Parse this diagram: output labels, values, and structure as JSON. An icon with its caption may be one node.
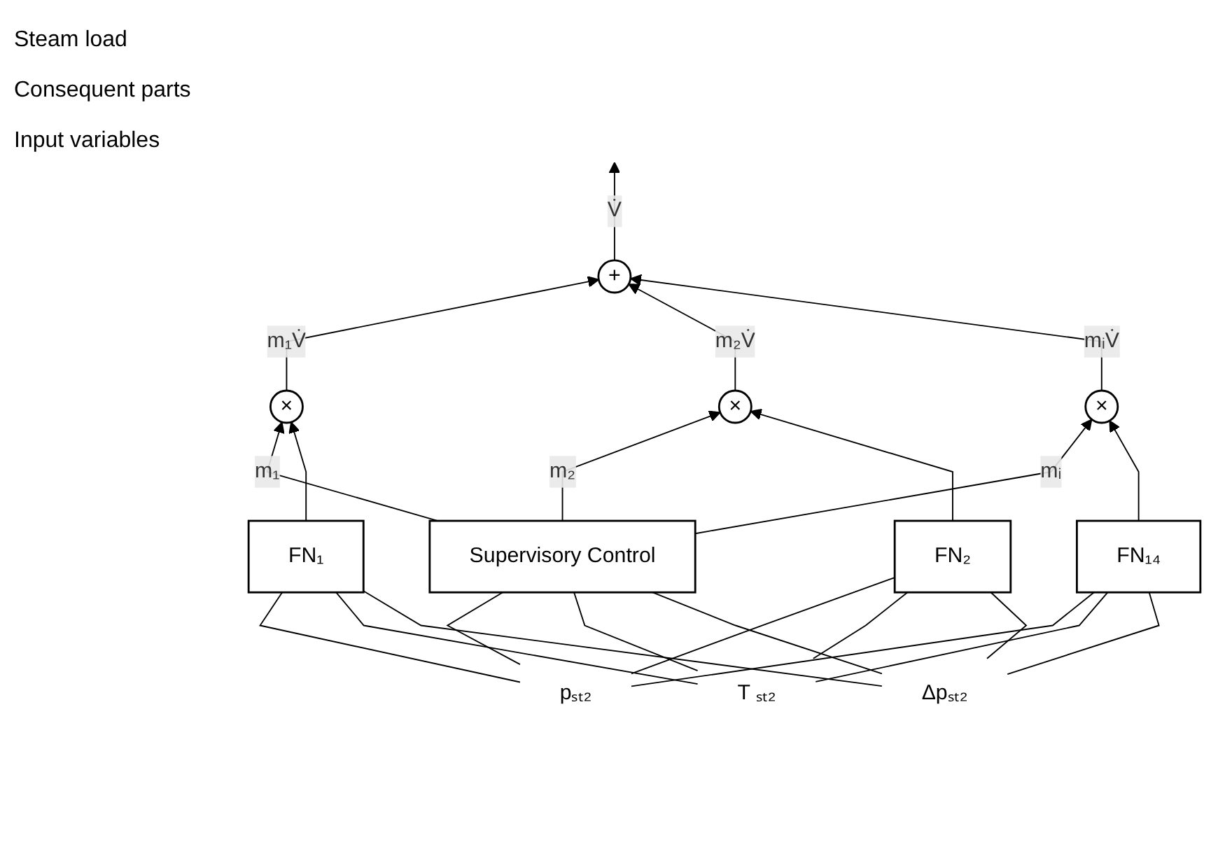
{
  "diagram": {
    "nodes": [
      {
        "text": [
          "Supervisory Control"
        ]
      },
      {
        "text": [
          "FN₁"
        ]
      },
      {
        "text": [
          "FN₂"
        ]
      },
      {
        "text": [
          "FN₁₄"
        ]
      },
      {
        "text": [
          "×"
        ]
      },
      {
        "text": [
          "×"
        ]
      },
      {
        "text": [
          "×"
        ]
      },
      {
        "text": [
          "+"
        ]
      },
      {
        "text": [
          "pₛₜ₂"
        ]
      },
      {
        "text": [
          "T ₛₜ₂"
        ]
      },
      {
        "text": [
          "Δpₛₜ₂"
        ]
      }
    ],
    "edges": [
      {
        "from": 8,
        "to": 0,
        "arrow": "none"
      },
      {
        "from": 9,
        "to": 0,
        "arrow": "none"
      },
      {
        "from": 10,
        "to": 0,
        "arrow": "none"
      },
      {
        "from": 8,
        "to": 1,
        "arrow": "none"
      },
      {
        "from": 9,
        "to": 1,
        "arrow": "none"
      },
      {
        "from": 10,
        "to": 1,
        "arrow": "none"
      },
      {
        "from": 8,
        "to": 2,
        "arrow": "none"
      },
      {
        "from": 9,
        "to": 2,
        "arrow": "none"
      },
      {
        "from": 10,
        "to": 2,
        "arrow": "none"
      },
      {
        "from": 8,
        "to": 3,
        "arrow": "none"
      },
      {
        "from": 9,
        "to": 3,
        "arrow": "none"
      },
      {
        "from": 10,
        "to": 3,
        "arrow": "none"
      },
      {
        "from": 0,
        "to": 4,
        "arrow": "to",
        "label": "m₁"
      },
      {
        "from": 0,
        "to": 5,
        "arrow": "to",
        "label": "m₂"
      },
      {
        "from": 0,
        "to": 6,
        "arrow": "to",
        "label": "mᵢ"
      },
      {
        "from": 1,
        "to": 4,
        "arrow": "to"
      },
      {
        "from": 2,
        "to": 5,
        "arrow": "to"
      },
      {
        "from": 3,
        "to": 6,
        "arrow": "to"
      },
      {
        "from": 4,
        "to": 7,
        "arrow": "to",
        "label": "m₁V̇"
      },
      {
        "from": 5,
        "to": 7,
        "arrow": "to",
        "label": "m₂V̇"
      },
      {
        "from": 6,
        "to": 7,
        "arrow": "to",
        "label": "mᵢV̇"
      },
      {
        "from": 7,
        "to": null,
        "arrow": "to",
        "label": "V̇"
      }
    ],
    "labels": [
      "Steam load",
      "Consequent parts",
      "Input variables"
    ]
  }
}
